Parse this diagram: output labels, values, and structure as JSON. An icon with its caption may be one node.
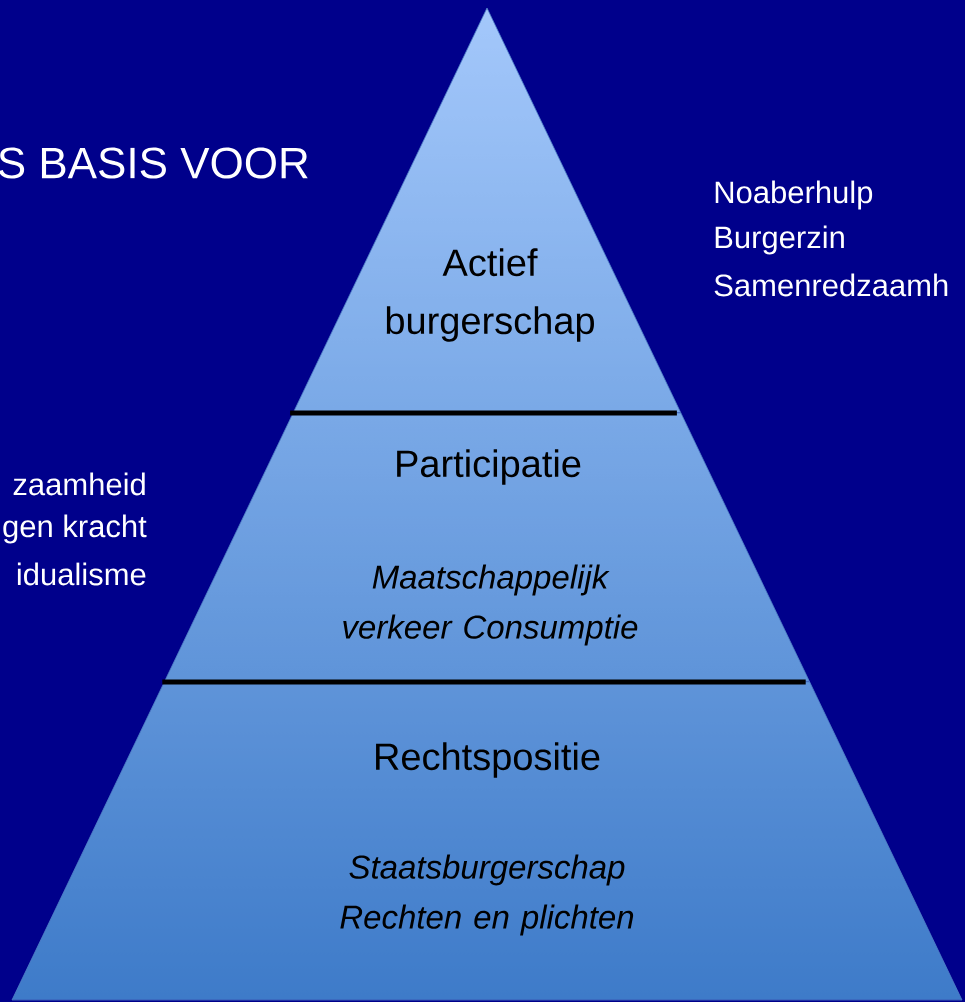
{
  "diagram": {
    "title": "S BASIS VOOR",
    "nodes": [
      {
        "text": [
          "Actief burgerschap"
        ]
      },
      {
        "text": [
          "Participatie",
          "Maatschappelijk verkeer Consumptie"
        ]
      },
      {
        "text": [
          "Rechtspositie",
          "Staatsburgerschap Rechten en plichten"
        ]
      }
    ],
    "labels": [
      "Noaberhulp",
      "Burgerzin",
      "Samenredzaamh",
      "zaamheid",
      "gen kracht",
      "idualisme"
    ]
  }
}
